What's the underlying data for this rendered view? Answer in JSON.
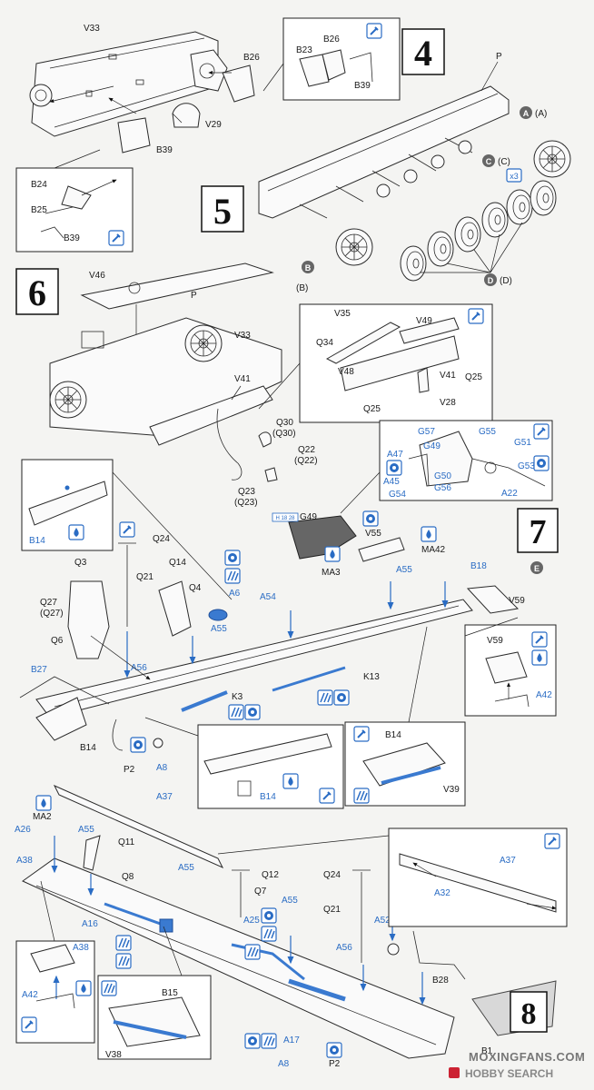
{
  "steps": {
    "s4": "4",
    "s5": "5",
    "s6": "6",
    "s7": "7",
    "s8": "8"
  },
  "labels": {
    "V33": "V33",
    "B26": "B26",
    "B23": "B23",
    "B39": "B39",
    "V29": "V29",
    "B24": "B24",
    "B25": "B25",
    "P": "P",
    "A": "A",
    "Apar": "(A)",
    "C": "C",
    "Cpar": "(C)",
    "x3": "x3",
    "B": "B",
    "Bpar": "(B)",
    "D": "D",
    "Dpar": "(D)",
    "V46": "V46",
    "V41": "V41",
    "V35": "V35",
    "V49": "V49",
    "Q34": "Q34",
    "V48": "V48",
    "Q25": "Q25",
    "V28": "V28",
    "Q30": "Q30",
    "Q30p": "(Q30)",
    "Q22": "Q22",
    "Q22p": "(Q22)",
    "Q23": "Q23",
    "Q23p": "(Q23)",
    "G57": "G57",
    "G55": "G55",
    "G51": "G51",
    "A47": "A47",
    "G49": "G49",
    "G53": "G53",
    "G50": "G50",
    "A45": "A45",
    "G54": "G54",
    "G56": "G56",
    "A22": "A22",
    "V55": "V55",
    "MA3": "MA3",
    "MA42": "MA42",
    "A55": "A55",
    "B18": "B18",
    "E": "E",
    "V59": "V59",
    "A42": "A42",
    "B14": "B14",
    "Q24": "Q24",
    "Q3": "Q3",
    "Q21": "Q21",
    "Q14": "Q14",
    "Q4": "Q4",
    "Q27": "Q27",
    "Q27p": "(Q27)",
    "Q6": "Q6",
    "A6": "A6",
    "A54": "A54",
    "A56": "A56",
    "B27": "B27",
    "K13": "K13",
    "K3": "K3",
    "P2": "P2",
    "A8": "A8",
    "V39": "V39",
    "MA2": "MA2",
    "A37": "A37",
    "A26": "A26",
    "A38": "A38",
    "Q11": "Q11",
    "Q8": "Q8",
    "Q12": "Q12",
    "Q7": "Q7",
    "A16": "A16",
    "A25": "A25",
    "A52": "A52",
    "A32": "A32",
    "B28": "B28",
    "A17": "A17",
    "B15": "B15",
    "V38": "V38",
    "B1x": "B1"
  },
  "badge_g49": "H 18 28",
  "watermark": {
    "site": "MOXINGFANS.COM",
    "brand": "HOBBY SEARCH"
  },
  "colors": {
    "ink": "#222222",
    "accent_blue": "#2a6cc4",
    "paper": "#f4f4f2"
  },
  "icons": [
    "glue-icon",
    "cement-icon",
    "paint-icon",
    "repeat-icon",
    "drill-icon"
  ]
}
